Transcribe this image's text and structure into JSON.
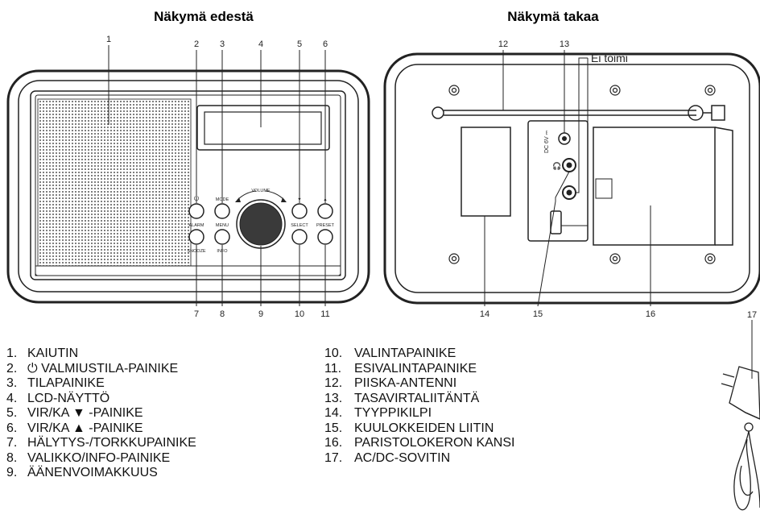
{
  "front_title": "Näkymä edestä",
  "back_title": "Näkymä takaa",
  "not_working": "Ei toimi",
  "callouts_front": [
    "1",
    "2",
    "3",
    "4",
    "5",
    "6",
    "7",
    "8",
    "9",
    "10",
    "11"
  ],
  "callouts_back": [
    "12",
    "13",
    "14",
    "15",
    "16",
    "17"
  ],
  "front_panel": {
    "mode_label": "MODE",
    "alarm_label": "ALARM",
    "menu_label": "MENU",
    "snooze_label": "SNOOZE",
    "info_label": "INFO",
    "volume_label": "VOLUME",
    "select_label": "SELECT",
    "preset_label": "PRESET",
    "down_arrow": "▼",
    "up_arrow": "▲",
    "power_symbol": "⏻"
  },
  "back_panel": {
    "dc_label": "DC 6V ⎓",
    "headphone_symbol": "🎧"
  },
  "list_left": [
    {
      "num": "1.",
      "text": "KAIUTIN"
    },
    {
      "num": "2.",
      "text": "⏻ VALMIUSTILA-PAINIKE"
    },
    {
      "num": "3.",
      "text": "TILAPAINIKE"
    },
    {
      "num": "4.",
      "text": "LCD-NÄYTTÖ"
    },
    {
      "num": "5.",
      "text": "VIR/KA ▼ -PAINIKE"
    },
    {
      "num": "6.",
      "text": "VIR/KA ▲ -PAINIKE"
    },
    {
      "num": "7.",
      "text": "HÄLYTYS-/TORKKUPAINIKE"
    },
    {
      "num": "8.",
      "text": "VALIKKO/INFO-PAINIKE"
    },
    {
      "num": "9.",
      "text": "ÄÄNENVOIMAKKUUS"
    }
  ],
  "list_right": [
    {
      "num": "10.",
      "text": "VALINTAPAINIKE"
    },
    {
      "num": "11.",
      "text": "ESIVALINTAPAINIKE"
    },
    {
      "num": "12.",
      "text": "PIISKA-ANTENNI"
    },
    {
      "num": "13.",
      "text": "TASAVIRTALIITÄNTÄ"
    },
    {
      "num": "14.",
      "text": "TYYPPIKILPI"
    },
    {
      "num": "15.",
      "text": "KUULOKKEIDEN LIITIN"
    },
    {
      "num": "16.",
      "text": "PARISTOLOKERON KANSI"
    },
    {
      "num": "17.",
      "text": "AC/DC-SOVITIN"
    }
  ]
}
